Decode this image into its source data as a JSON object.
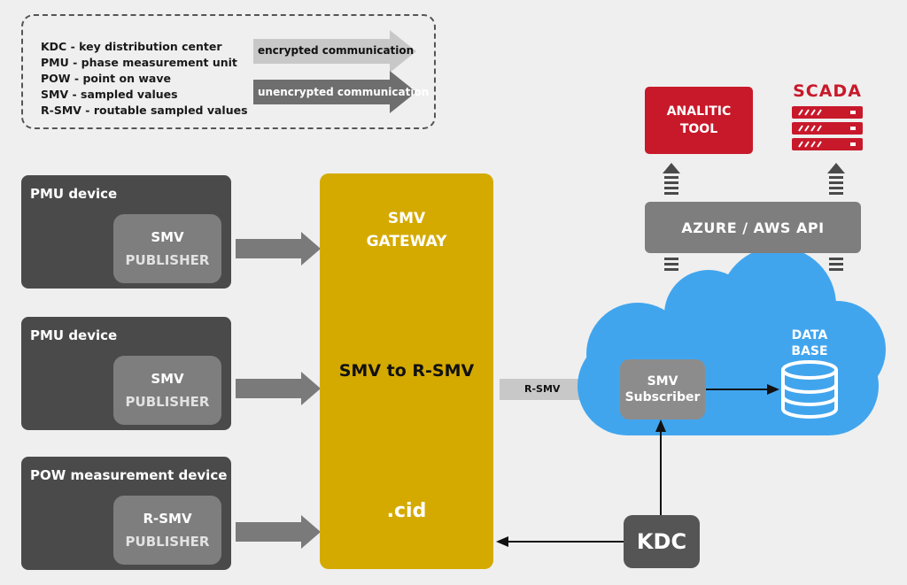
{
  "legend": {
    "lines": [
      "KDC - key distribution center",
      "PMU - phase measurement unit",
      "POW - point on wave",
      "SMV - sampled values",
      "R-SMV - routable sampled values"
    ],
    "encrypted_label": "encrypted communication",
    "unencrypted_label": "unencrypted communication"
  },
  "devices": [
    {
      "title": "PMU device",
      "publisher_line1": "SMV",
      "publisher_line2": "PUBLISHER"
    },
    {
      "title": "PMU device",
      "publisher_line1": "SMV",
      "publisher_line2": "PUBLISHER"
    },
    {
      "title": "POW measurement device",
      "publisher_line1": "R-SMV",
      "publisher_line2": "PUBLISHER"
    }
  ],
  "gateway": {
    "title_line1": "SMV",
    "title_line2": "GATEWAY",
    "function": "SMV to R-SMV",
    "file_label": ".cid"
  },
  "link_label": "R-SMV",
  "cloud": {
    "subscriber_line1": "SMV",
    "subscriber_line2": "Subscriber",
    "database_line1": "DATA",
    "database_line2": "BASE"
  },
  "kdc_label": "KDC",
  "api_label": "AZURE / AWS API",
  "analitic_line1": "ANALITIC",
  "analitic_line2": "TOOL",
  "scada_label": "SCADA",
  "colors": {
    "gateway": "#d4aa00",
    "cloud": "#41a5ee",
    "alert_red": "#c8192a",
    "device_dark": "#4a4a4a",
    "encrypted_arrow": "#c8c8c8",
    "unencrypted_arrow": "#6e6e6e"
  }
}
